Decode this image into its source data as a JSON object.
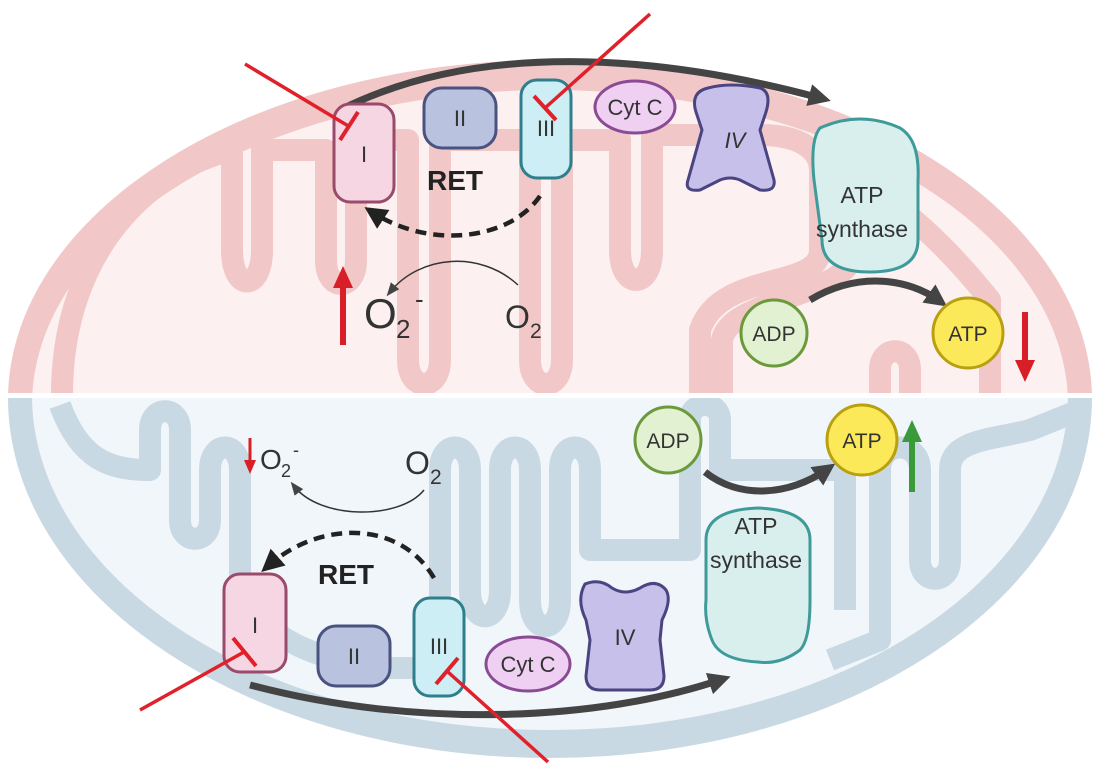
{
  "colors": {
    "top_fill": "#fcf0f0",
    "top_membrane": "#f1c7c7",
    "bottom_fill": "#f1f6fa",
    "bottom_membrane": "#c9d9e4",
    "inhibit": "#e0202a",
    "up_arrow_top": "#d81e26",
    "down_arrow_top": "#d81e26",
    "up_arrow_bottom": "#3a9a3a",
    "flow_arrow": "#444444"
  },
  "top": {
    "complex_I": "I",
    "complex_II": "II",
    "complex_III": "III",
    "cyt_c": "Cyt C",
    "complex_IV": "IV",
    "atp_synthase_line1": "ATP",
    "atp_synthase_line2": "synthase",
    "ret": "RET",
    "superoxide": "O",
    "superoxide_sub": "2",
    "superoxide_sup": "-",
    "oxygen": "O",
    "oxygen_sub": "2",
    "adp": "ADP",
    "atp": "ATP"
  },
  "bottom": {
    "complex_I": "I",
    "complex_II": "II",
    "complex_III": "III",
    "cyt_c": "Cyt C",
    "complex_IV": "IV",
    "atp_synthase_line1": "ATP",
    "atp_synthase_line2": "synthase",
    "ret": "RET",
    "superoxide": "O",
    "superoxide_sub": "2",
    "superoxide_sup": "-",
    "oxygen": "O",
    "oxygen_sub": "2",
    "adp": "ADP",
    "atp": "ATP"
  }
}
